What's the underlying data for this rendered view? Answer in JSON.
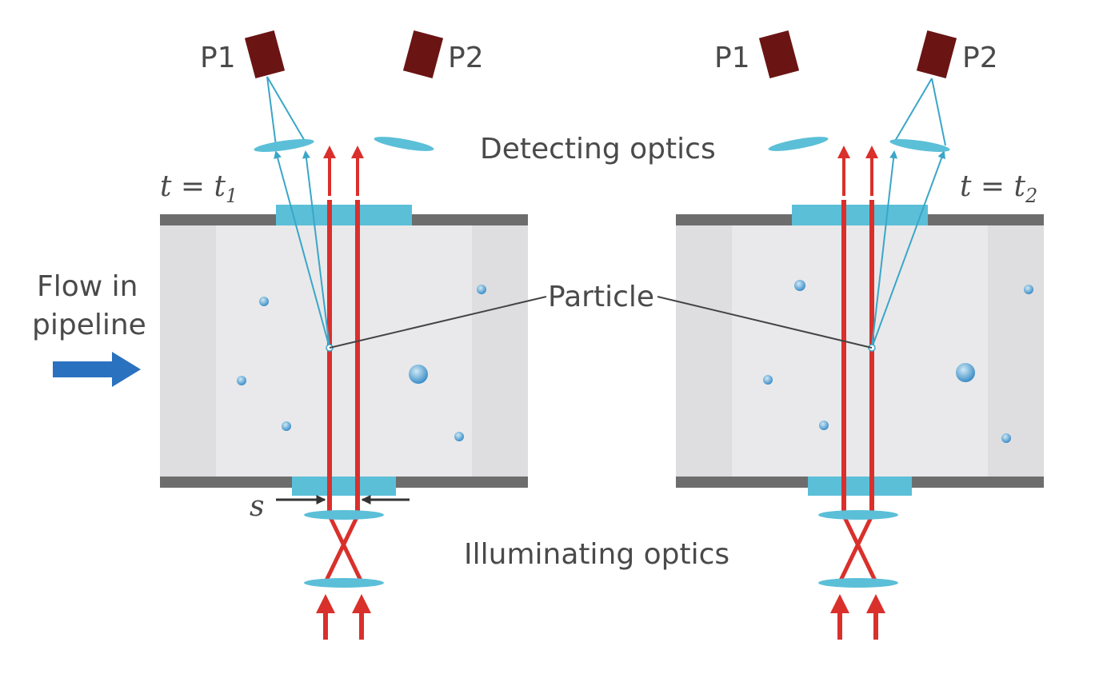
{
  "labels": {
    "p1": "P1",
    "p2": "P2",
    "detecting_optics": "Detecting optics",
    "illuminating_optics": "Illuminating optics",
    "particle": "Particle",
    "flow_line1": "Flow in",
    "flow_line2": "pipeline",
    "s": "s",
    "t_left_var": "t = t",
    "t_left_sub": "1",
    "t_right_var": "t = t",
    "t_right_sub": "2"
  },
  "colors": {
    "beam": "#d9302c",
    "optics": "#5bbfd8",
    "detector": "#6b1414",
    "wall": "#6d6d6d",
    "flow_arrow": "#2a72c0"
  }
}
